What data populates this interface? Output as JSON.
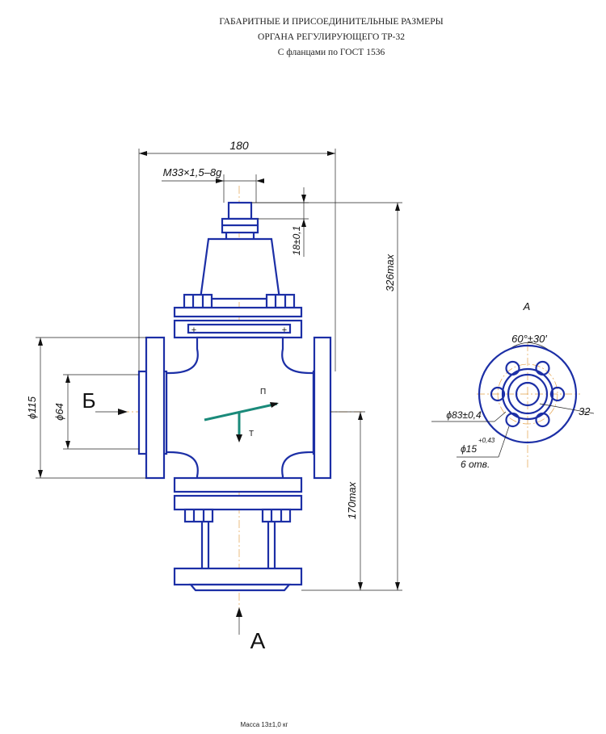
{
  "title": {
    "line1": "ГАБАРИТНЫЕ И ПРИСОЕДИНИТЕЛЬНЫЕ РАЗМЕРЫ",
    "line2": "ОРГАНА РЕГУЛИРУЮЩЕГО ТР-32",
    "line3": "С фланцами по ГОСТ 1536"
  },
  "dimensions": {
    "width_total": "180",
    "thread": "М33×1,5–8g",
    "top_height": "18±0,1",
    "height_max": "326max",
    "lower_height_max": "170max",
    "flange_diameter": "ϕ115",
    "bore_diameter": "ϕ64"
  },
  "labels": {
    "view_b": "Б",
    "view_a": "А",
    "flow_p": "П",
    "flow_t": "Т"
  },
  "view_a_detail": {
    "title": "А",
    "angle": "60°±30′",
    "bolt_circle": "ϕ83±0,4",
    "hole_diameter": "ϕ15",
    "hole_tolerance": "+0,43",
    "hole_count": "6 отв.",
    "bore": "32"
  },
  "mass": "Масса 13±1,0 кг",
  "colors": {
    "outline": "#1c2fa6",
    "axis": "#e3a14a",
    "flow": "#1a8a7a"
  }
}
